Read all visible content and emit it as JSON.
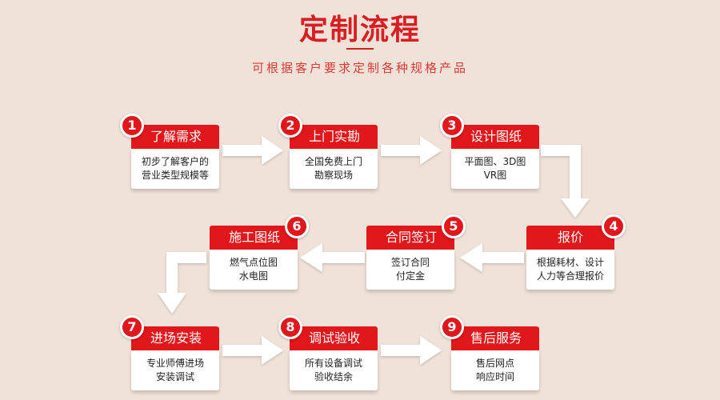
{
  "header": {
    "title": "定制流程",
    "subtitle": "可根据客户要求定制各种规格产品"
  },
  "colors": {
    "accent": "#e1171c",
    "background": "#f0e2d8",
    "arrow": "#ffffff"
  },
  "steps": [
    {
      "number": "1",
      "title": "了解需求",
      "desc": [
        "初步了解客户的",
        "营业类型规模等"
      ]
    },
    {
      "number": "2",
      "title": "上门实勘",
      "desc": [
        "全国免费上门",
        "勘察现场"
      ]
    },
    {
      "number": "3",
      "title": "设计图纸",
      "desc": [
        "平面图、3D图",
        "VR图"
      ]
    },
    {
      "number": "4",
      "title": "报价",
      "desc": [
        "根据耗材、设计",
        "人力等合理报价"
      ]
    },
    {
      "number": "5",
      "title": "合同签订",
      "desc": [
        "签订合同",
        "付定金"
      ]
    },
    {
      "number": "6",
      "title": "施工图纸",
      "desc": [
        "燃气点位图",
        "水电图"
      ]
    },
    {
      "number": "7",
      "title": "进场安装",
      "desc": [
        "专业师傅进场",
        "安装调试"
      ]
    },
    {
      "number": "8",
      "title": "调试验收",
      "desc": [
        "所有设备调试",
        "验收结余"
      ]
    },
    {
      "number": "9",
      "title": "售后服务",
      "desc": [
        "售后网点",
        "响应时间"
      ]
    }
  ]
}
